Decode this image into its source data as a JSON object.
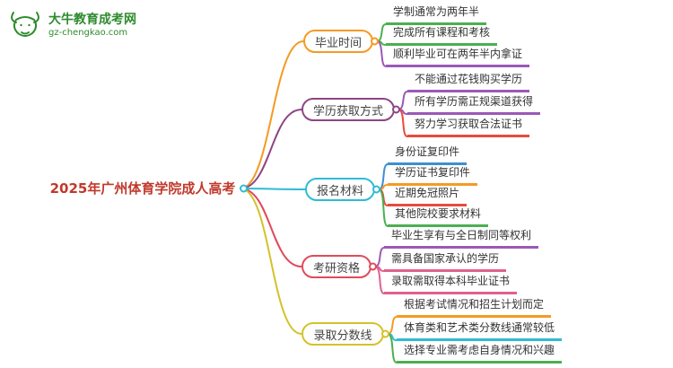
{
  "logo": {
    "title": "大牛教育成考网",
    "subtitle": "gz-chengkao.com",
    "color": "#2e8b2e"
  },
  "central": {
    "label": "2025年广州体育学院成人高考",
    "color": "#c0392b",
    "dot_color": "#2ebcd4"
  },
  "branches": [
    {
      "label": "毕业时间",
      "color": "#f59a23",
      "children": [
        {
          "label": "学制通常为两年半",
          "color": "#4caf50"
        },
        {
          "label": "完成所有课程和考核",
          "color": "#4caf50"
        },
        {
          "label": "顺利毕业可在两年半内拿证",
          "color": "#9b59b6"
        }
      ]
    },
    {
      "label": "学历获取方式",
      "color": "#8e4585",
      "children": [
        {
          "label": "不能通过花钱购买学历",
          "color": "#9b59b6"
        },
        {
          "label": "所有学历需正规渠道获得",
          "color": "#9b59b6"
        },
        {
          "label": "努力学习获取合法证书",
          "color": "#e74c3c"
        }
      ]
    },
    {
      "label": "报名材料",
      "color": "#2ebcd4",
      "children": [
        {
          "label": "身份证复印件",
          "color": "#3d8fd1"
        },
        {
          "label": "学历证书复印件",
          "color": "#f59a23"
        },
        {
          "label": "近期免冠照片",
          "color": "#e74c3c"
        },
        {
          "label": "其他院校要求材料",
          "color": "#4caf50"
        }
      ]
    },
    {
      "label": "考研资格",
      "color": "#e04b5a",
      "children": [
        {
          "label": "毕业生享有与全日制同等权利",
          "color": "#9b59b6"
        },
        {
          "label": "需具备国家承认的学历",
          "color": "#e0608e"
        },
        {
          "label": "录取需取得本科毕业证书",
          "color": "#e0608e"
        }
      ]
    },
    {
      "label": "录取分数线",
      "color": "#d4c229",
      "children": [
        {
          "label": "根据考试情况和招生计划而定",
          "color": "#f59a23"
        },
        {
          "label": "体育类和艺术类分数线通常较低",
          "color": "#2ebcd4"
        },
        {
          "label": "选择专业需考虑自身情况和兴趣",
          "color": "#4caf50"
        }
      ]
    }
  ]
}
